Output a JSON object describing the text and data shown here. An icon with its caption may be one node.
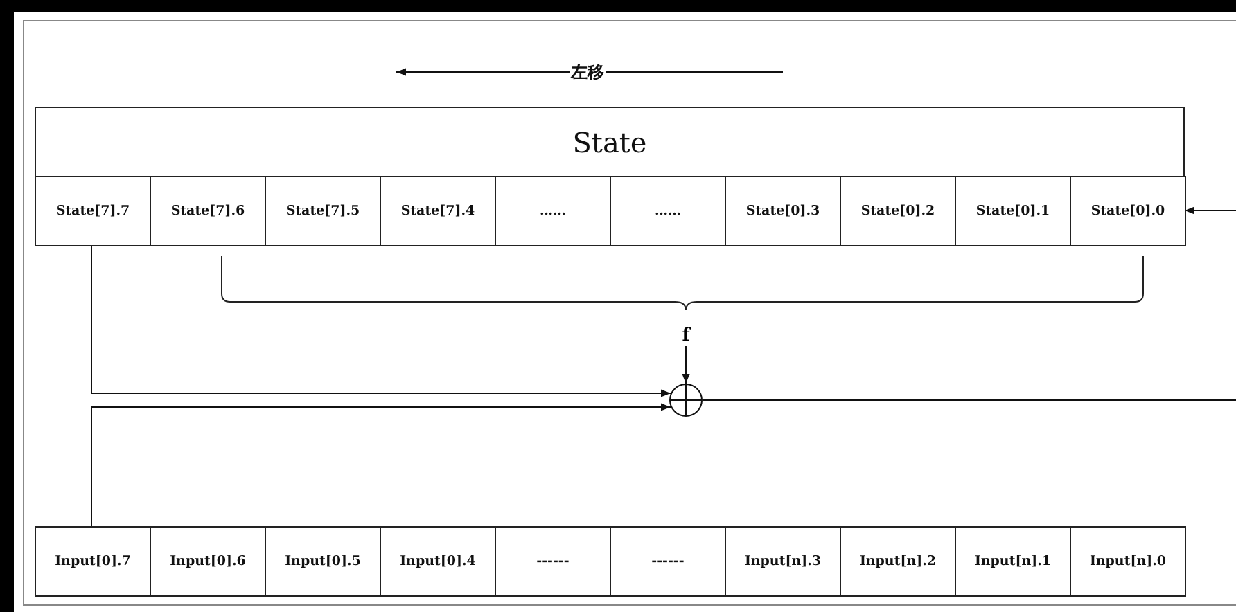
{
  "diagram": {
    "nodes": [
      {
        "text": [
          "State"
        ]
      },
      {
        "text": [
          "State[7].7"
        ],
        "in": 0
      },
      {
        "text": [
          "State[7].6"
        ],
        "in": 0
      },
      {
        "text": [
          "State[7].5"
        ],
        "in": 0
      },
      {
        "text": [
          "State[7].4"
        ],
        "in": 0
      },
      {
        "text": [
          "……"
        ],
        "in": 0
      },
      {
        "text": [
          "……"
        ],
        "in": 0
      },
      {
        "text": [
          "State[0].3"
        ],
        "in": 0
      },
      {
        "text": [
          "State[0].2"
        ],
        "in": 0
      },
      {
        "text": [
          "State[0].1"
        ],
        "in": 0
      },
      {
        "text": [
          "State[0].0"
        ],
        "in": 0
      },
      {
        "text": [
          "Input[0].7"
        ]
      },
      {
        "text": [
          "Input[0].6"
        ]
      },
      {
        "text": [
          "Input[0].5"
        ]
      },
      {
        "text": [
          "Input[0].4"
        ]
      },
      {
        "text": [
          "------"
        ]
      },
      {
        "text": [
          "------"
        ]
      },
      {
        "text": [
          "Input[n].3"
        ]
      },
      {
        "text": [
          "Input[n].2"
        ]
      },
      {
        "text": [
          "Input[n].1"
        ]
      },
      {
        "text": [
          "Input[n].0"
        ]
      },
      {
        "text": [
          "f"
        ]
      },
      {
        "text": [],
        "shape": "circle"
      }
    ],
    "edges": [
      {
        "from": 1,
        "to": 22,
        "arrow": "to"
      },
      {
        "from": 11,
        "to": 22,
        "arrow": "to"
      },
      {
        "from": 21,
        "to": 22,
        "arrow": "to"
      },
      {
        "from": 22,
        "to": null,
        "arrow": "none"
      },
      {
        "from": null,
        "to": 10,
        "arrow": "to"
      }
    ],
    "labels": [
      "左移"
    ]
  }
}
